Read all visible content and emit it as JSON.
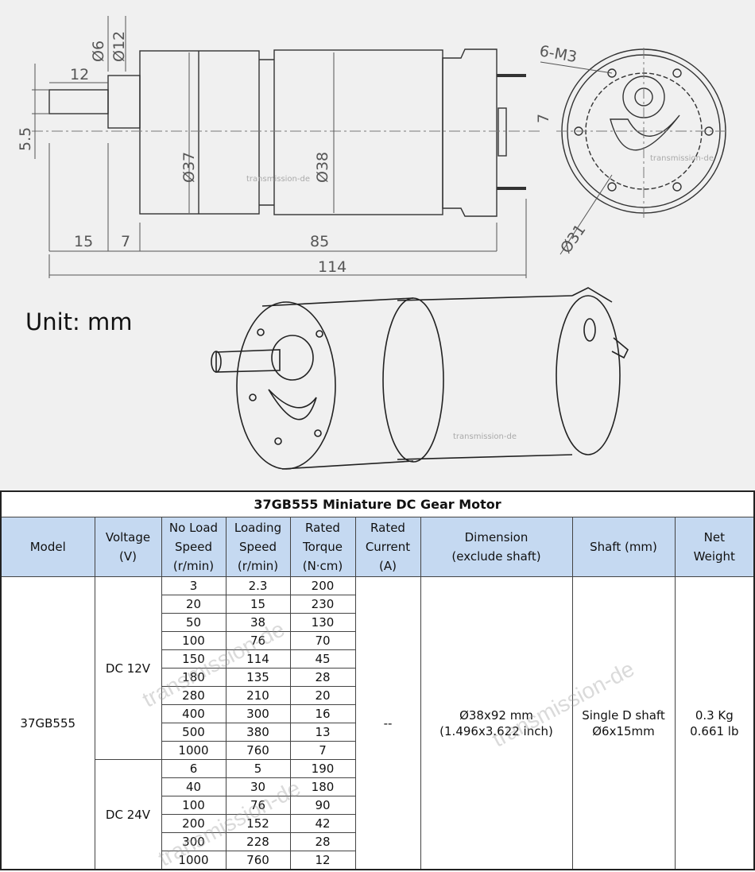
{
  "drawing": {
    "dims": {
      "d6": "Ø6",
      "d12": "Ø12",
      "len12": "12",
      "h55": "5.5",
      "d37": "Ø37",
      "d38": "Ø38",
      "len15": "15",
      "len7": "7",
      "len85": "85",
      "len114": "114",
      "m3": "6-M3",
      "off7": "7",
      "d31": "Ø31"
    },
    "unit_label": "Unit: mm",
    "watermark": "transmission-de"
  },
  "table": {
    "title": "37GB555 Miniature DC Gear Motor",
    "headers": {
      "model": "Model",
      "voltage": [
        "Voltage",
        "(V)"
      ],
      "no_load": [
        "No Load",
        "Speed",
        "(r/min)"
      ],
      "loading": [
        "Loading",
        "Speed",
        "(r/min)"
      ],
      "torque": [
        "Rated",
        "Torque",
        "(N·cm)"
      ],
      "current": [
        "Rated",
        "Current",
        "(A)"
      ],
      "dimension": [
        "Dimension",
        "(exclude shaft)"
      ],
      "shaft": "Shaft (mm)",
      "weight": [
        "Net",
        "Weight"
      ]
    },
    "model": "37GB555",
    "groups": [
      {
        "voltage": "DC 12V",
        "rows": [
          [
            "3",
            "2.3",
            "200"
          ],
          [
            "20",
            "15",
            "230"
          ],
          [
            "50",
            "38",
            "130"
          ],
          [
            "100",
            "76",
            "70"
          ],
          [
            "150",
            "114",
            "45"
          ],
          [
            "180",
            "135",
            "28"
          ],
          [
            "280",
            "210",
            "20"
          ],
          [
            "400",
            "300",
            "16"
          ],
          [
            "500",
            "380",
            "13"
          ],
          [
            "1000",
            "760",
            "7"
          ]
        ]
      },
      {
        "voltage": "DC 24V",
        "rows": [
          [
            "6",
            "5",
            "190"
          ],
          [
            "40",
            "30",
            "180"
          ],
          [
            "100",
            "76",
            "90"
          ],
          [
            "200",
            "152",
            "42"
          ],
          [
            "300",
            "228",
            "28"
          ],
          [
            "1000",
            "760",
            "12"
          ]
        ]
      }
    ],
    "current": "--",
    "dimension": [
      "Ø38x92 mm",
      "(1.496x3.622 inch)"
    ],
    "shaft": [
      "Single D shaft",
      "Ø6x15mm"
    ],
    "weight": [
      "0.3 Kg",
      "0.661 lb"
    ]
  }
}
